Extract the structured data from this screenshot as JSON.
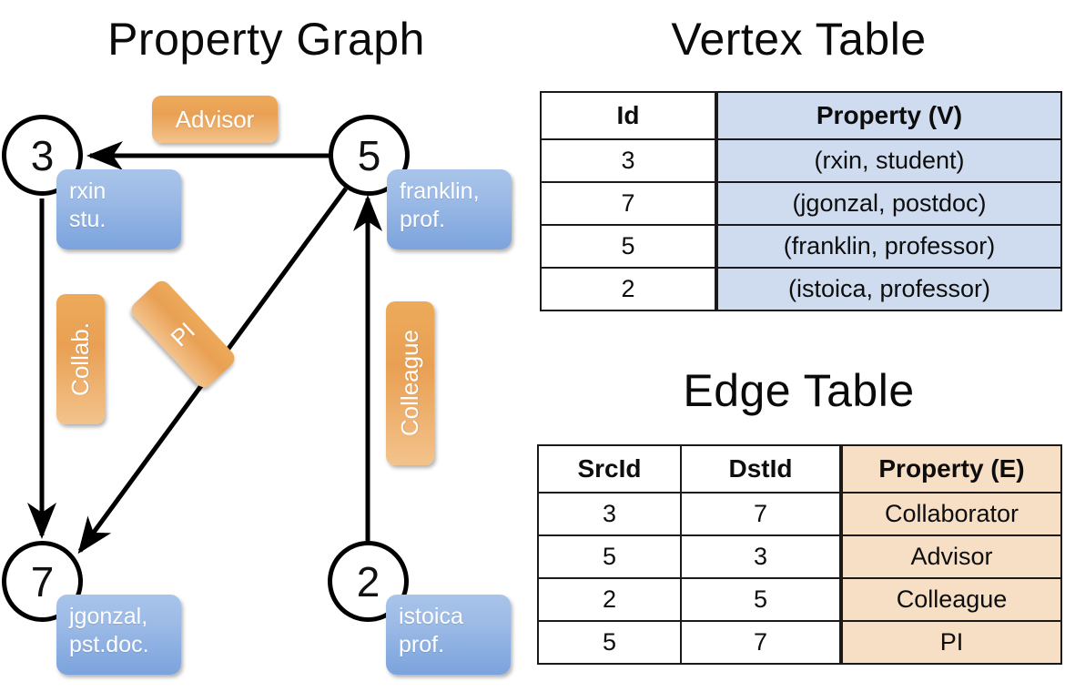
{
  "titles": {
    "property_graph": "Property Graph",
    "vertex_table": "Vertex Table",
    "edge_table": "Edge Table"
  },
  "graph": {
    "nodes": [
      {
        "id": "3",
        "label": "3",
        "property_line1": "rxin",
        "property_line2": "stu."
      },
      {
        "id": "5",
        "label": "5",
        "property_line1": "franklin,",
        "property_line2": "prof."
      },
      {
        "id": "7",
        "label": "7",
        "property_line1": "jgonzal,",
        "property_line2": "pst.doc."
      },
      {
        "id": "2",
        "label": "2",
        "property_line1": "istoica",
        "property_line2": "prof."
      }
    ],
    "edge_labels": [
      {
        "key": "advisor",
        "text": "Advisor"
      },
      {
        "key": "collab",
        "text": "Collab."
      },
      {
        "key": "pi",
        "text": "PI"
      },
      {
        "key": "colleague",
        "text": "Colleague"
      }
    ]
  },
  "vertex_table": {
    "columns": [
      "Id",
      "Property (V)"
    ],
    "rows": [
      {
        "id": "3",
        "property": "(rxin, student)"
      },
      {
        "id": "7",
        "property": "(jgonzal, postdoc)"
      },
      {
        "id": "5",
        "property": "(franklin, professor)"
      },
      {
        "id": "2",
        "property": "(istoica, professor)"
      }
    ]
  },
  "edge_table": {
    "columns": [
      "SrcId",
      "DstId",
      "Property (E)"
    ],
    "rows": [
      {
        "src": "3",
        "dst": "7",
        "property": "Collaborator"
      },
      {
        "src": "5",
        "dst": "3",
        "property": "Advisor"
      },
      {
        "src": "2",
        "dst": "5",
        "property": "Colleague"
      },
      {
        "src": "5",
        "dst": "7",
        "property": "PI"
      }
    ]
  },
  "colors": {
    "vertex_property_fill": "#cfdcef",
    "edge_property_fill": "#f7dfc6",
    "node_box_blue": "#7ba3dd",
    "edge_label_orange": "#e9a054",
    "stroke": "#000000"
  }
}
